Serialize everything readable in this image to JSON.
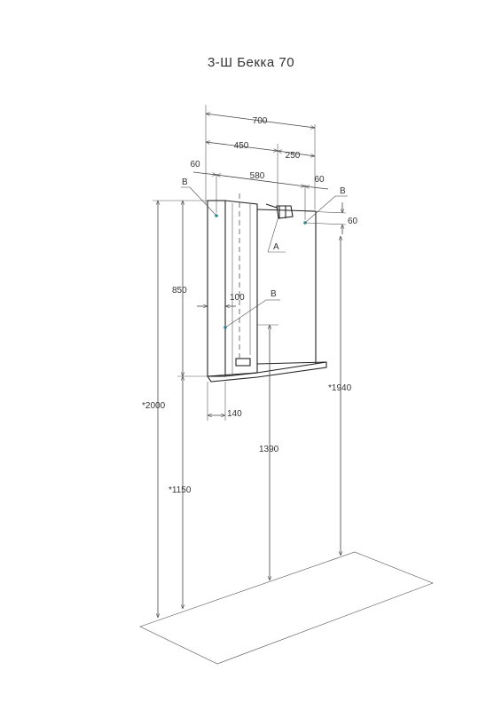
{
  "title": "3-Ш Бекка 70",
  "dimensions": {
    "width_total": "700",
    "width_cabinet": "450",
    "width_shelf_right": "250",
    "offset_left": "60",
    "width_hole_span": "580",
    "offset_right": "60",
    "offset_right_vertical": "60",
    "height_cabinet": "850",
    "depth_top": "100",
    "depth_bottom": "140",
    "height_total": "*2000",
    "height_bottom_from_floor": "*1150",
    "height_light": "1390",
    "height_top_hole": "*1940"
  },
  "callouts": {
    "left_hole": "B",
    "right_hole": "B",
    "center_hole": "B",
    "light": "A"
  }
}
